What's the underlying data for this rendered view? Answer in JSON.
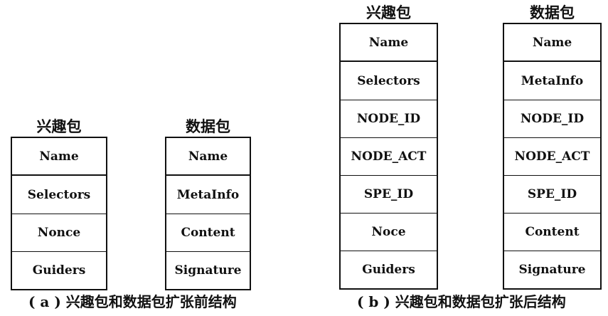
{
  "figure_a": {
    "interest_packet": {
      "title": "兴趣包",
      "fields": [
        "Name",
        "Selectors",
        "Nonce",
        "Guiders"
      ]
    },
    "data_packet": {
      "title": "数据包",
      "fields": [
        "Name",
        "MetaInfo",
        "Content",
        "Signature"
      ]
    },
    "caption": "( a ) 兴趣包和数据包扩张前结构"
  },
  "figure_b": {
    "interest_packet": {
      "title": "兴趣包",
      "fields": [
        "Name",
        "Selectors",
        "NODE_ID",
        "NODE_ACT",
        "SPE_ID",
        "Noce",
        "Guiders"
      ]
    },
    "data_packet": {
      "title": "数据包",
      "fields": [
        "Name",
        "MetaInfo",
        "NODE_ID",
        "NODE_ACT",
        "SPE_ID",
        "Content",
        "Signature"
      ]
    },
    "caption": "( b ) 兴趣包和数据包扩张后结构"
  }
}
